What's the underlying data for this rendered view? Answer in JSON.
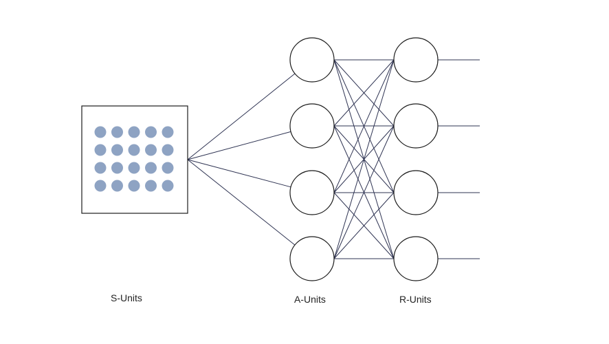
{
  "labels": {
    "s_units": "S-Units",
    "a_units": "A-Units",
    "r_units": "R-Units"
  },
  "structure": {
    "sensor_dot_rows": 4,
    "sensor_dot_cols": 5,
    "a_unit_count": 4,
    "r_unit_count": 4
  },
  "colors": {
    "line": "#2e3352",
    "dot": "#8ea3c3",
    "stroke": "#1a1a1a",
    "text": "#222222"
  }
}
